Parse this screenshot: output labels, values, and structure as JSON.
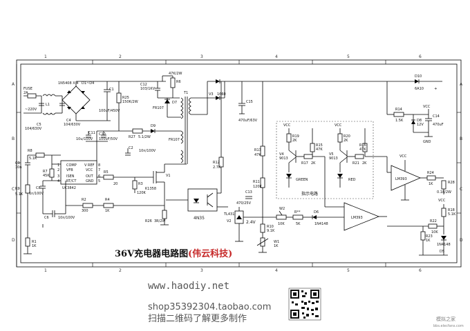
{
  "grid": {
    "columns": [
      "1",
      "2",
      "3",
      "4",
      "5",
      "6"
    ],
    "rows": [
      "A",
      "B",
      "C",
      "D"
    ]
  },
  "title": {
    "main": "36V充电器电路图",
    "brand": "(伟云科技)"
  },
  "footer": {
    "website": "www.haodiy.net",
    "shop": "shop35392304.taobao.com",
    "slogan": "扫描二维码了解更多制作"
  },
  "watermark": {
    "name": "模拟之家",
    "url": "bbs.elecfans.com"
  },
  "colors": {
    "brand": "#c62828",
    "footer": "#555555",
    "line": "#000000"
  },
  "components": {
    "fuse": [
      "FUSE",
      "2A"
    ],
    "mains": "~220V",
    "c5": [
      "C5",
      "104/630V"
    ],
    "bridge": [
      "1N5408 X 4",
      "D1~D4"
    ],
    "l1": "L1",
    "c4": [
      "C4",
      "104/630V"
    ],
    "c1": [
      "C1",
      "100uF/450V"
    ],
    "r25": [
      "R25",
      "150K/2W"
    ],
    "c12": [
      "C12",
      "103/1KV"
    ],
    "r6": [
      "R6",
      "47K/2W"
    ],
    "d7": [
      "D7",
      "FR107"
    ],
    "t1": "T1",
    "v3": [
      "V3",
      "1660"
    ],
    "c15": [
      "C15",
      "470uF/63V"
    ],
    "r14": [
      "R14",
      "1.5K"
    ],
    "d10": [
      "D10",
      "6A10"
    ],
    "plus": "+",
    "c14": [
      "C14",
      "470uF"
    ],
    "d8": [
      "D8",
      "12V"
    ],
    "gnd": "GND",
    "vcc": "VCC",
    "c11": [
      "C11",
      "10u/100V"
    ],
    "c10": [
      "C10",
      "100uF/50V"
    ],
    "r27": [
      "R27",
      "5.1/2W"
    ],
    "d9": [
      "D9",
      "FR107"
    ],
    "c2": [
      "C2",
      "10n/100V"
    ],
    "c3": [
      "C3",
      "10n"
    ],
    "r8": [
      "R8",
      "5.1K"
    ],
    "ic": {
      "name": "UC3842",
      "pins_left": [
        "COMP",
        "VFB",
        "ISEN",
        "RT/CT"
      ],
      "pins_right": [
        "V REF",
        "VCC",
        "OUT",
        "GND"
      ],
      "pin_numbers": [
        "1",
        "2",
        "3",
        "4",
        "8",
        "7",
        "6",
        "5"
      ]
    },
    "r7": [
      "R7",
      "45K"
    ],
    "r9": [
      "R9",
      "5.1K"
    ],
    "c8": [
      "C8",
      "1n/100V"
    ],
    "r5": [
      "R5",
      "20"
    ],
    "r3": [
      "R3",
      "120K"
    ],
    "v1": [
      "V1",
      "K1358"
    ],
    "r2": [
      "R2",
      "300"
    ],
    "r4": [
      "R4",
      "1K"
    ],
    "c6": [
      "C6",
      "10n/100V"
    ],
    "r1": [
      "R1",
      "1K"
    ],
    "r26": [
      "R26",
      "3R/2W"
    ],
    "r12": [
      "R12",
      "2.7K"
    ],
    "optocoupler": "4N35",
    "r13": [
      "R13",
      "47K"
    ],
    "r11": [
      "R11",
      "120K"
    ],
    "c13": [
      "C13",
      "470/25V"
    ],
    "tl431": [
      "TL431",
      "V2"
    ],
    "vref": "2.4V",
    "r10": [
      "R10",
      "9.1K"
    ],
    "w1": [
      "W1",
      "1K"
    ],
    "w2": [
      "W2",
      "10K"
    ],
    "r_star": [
      "R**",
      "5K"
    ],
    "d6": [
      "D6",
      "1N4148"
    ],
    "indicator": {
      "label": "指示电路",
      "r19": [
        "R19",
        "2K"
      ],
      "v4": [
        "V4",
        "9013"
      ],
      "r15": [
        "R15",
        "47K"
      ],
      "r17": [
        "R17",
        "2K"
      ],
      "green": "GREEN",
      "r20": [
        "R20",
        "2K"
      ],
      "v5": [
        "V5",
        "9013"
      ],
      "r16": [
        "R16",
        "47K"
      ],
      "r21": [
        "R21",
        "2K"
      ],
      "red": "RED"
    },
    "lm393a": "LM393",
    "lm393b": "LM393",
    "r24": [
      "R24",
      "1K"
    ],
    "r28": [
      "R28",
      "0.18/2W"
    ],
    "r18": [
      "R18",
      "5.1K"
    ],
    "r22": [
      "R22",
      "10K"
    ],
    "r23": [
      "R23",
      "1K"
    ],
    "d5": [
      "D5",
      "1N4148"
    ]
  }
}
